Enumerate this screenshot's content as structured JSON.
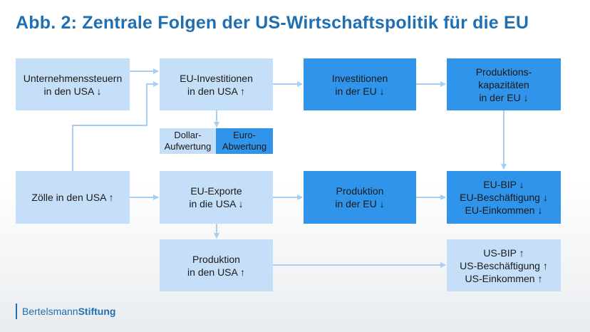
{
  "title": "Abb. 2: Zentrale Folgen der US-Wirtschaftspolitik für die EU",
  "nodes": {
    "unternehmenssteuern": {
      "line1": "Unternehmenssteuern",
      "line2": "in den USA ↓"
    },
    "eu_investitionen_usa": {
      "line1": "EU-Investitionen",
      "line2": "in den USA ↑"
    },
    "investitionen_eu": {
      "line1": "Investitionen",
      "line2": "in der EU ↓"
    },
    "produktionskapazitaeten": {
      "line1": "Produktions-",
      "line2": "kapazitäten",
      "line3": "in der EU ↓"
    },
    "dollar_aufwertung": {
      "line1": "Dollar-",
      "line2": "Aufwertung"
    },
    "euro_abwertung": {
      "line1": "Euro-",
      "line2": "Abwertung"
    },
    "zoelle": {
      "line1": "Zölle in den USA ↑"
    },
    "eu_exporte": {
      "line1": "EU-Exporte",
      "line2": "in die USA ↓"
    },
    "produktion_eu": {
      "line1": "Produktion",
      "line2": "in der EU ↓"
    },
    "eu_outcomes": {
      "line1": "EU-BIP ↓",
      "line2": "EU-Beschäftigung ↓",
      "line3": "EU-Einkommen ↓"
    },
    "produktion_usa": {
      "line1": "Produktion",
      "line2": "in den USA ↑"
    },
    "us_outcomes": {
      "line1": "US-BIP ↑",
      "line2": "US-Beschäftigung ↑",
      "line3": "US-Einkommen ↑"
    }
  },
  "footer": {
    "part1": "Bertelsmann",
    "part2": "Stiftung"
  },
  "colors": {
    "title": "#1f6fb2",
    "light_box": "#c6dff8",
    "dark_box": "#2f94ea",
    "arrow": "#a9cdf3"
  }
}
